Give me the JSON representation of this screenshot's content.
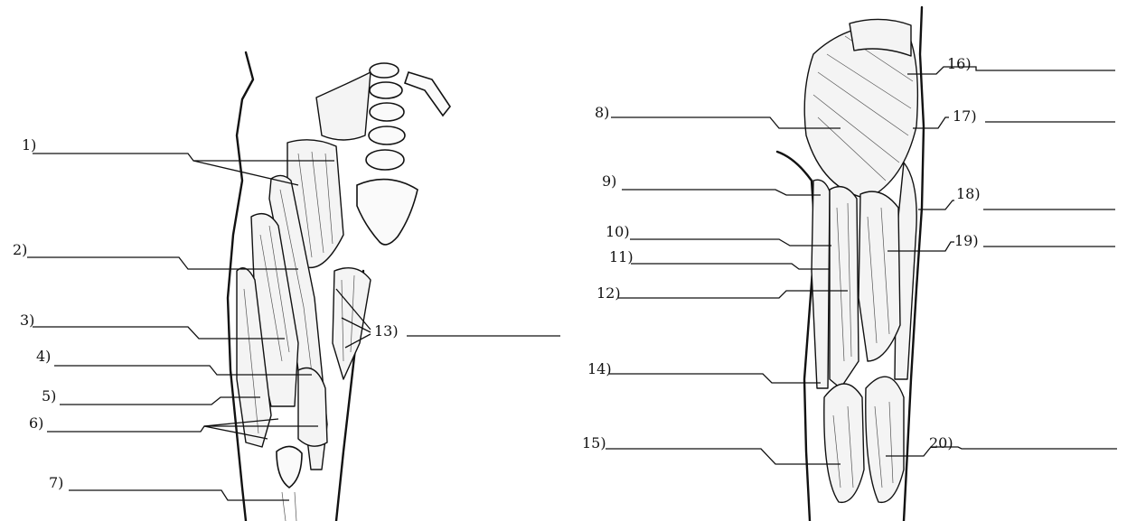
{
  "labels": [
    "1)",
    "2)",
    "3)",
    "4)",
    "5)",
    "6)",
    "7)",
    "8)",
    "9)",
    "10)",
    "11)",
    "12)",
    "13)",
    "14)",
    "15)",
    "16)",
    "17)",
    "18)",
    "19)",
    "20)"
  ],
  "colors": {
    "ink": "#111111",
    "paper": "#ffffff",
    "muscle_fill": "#f4f4f4"
  }
}
